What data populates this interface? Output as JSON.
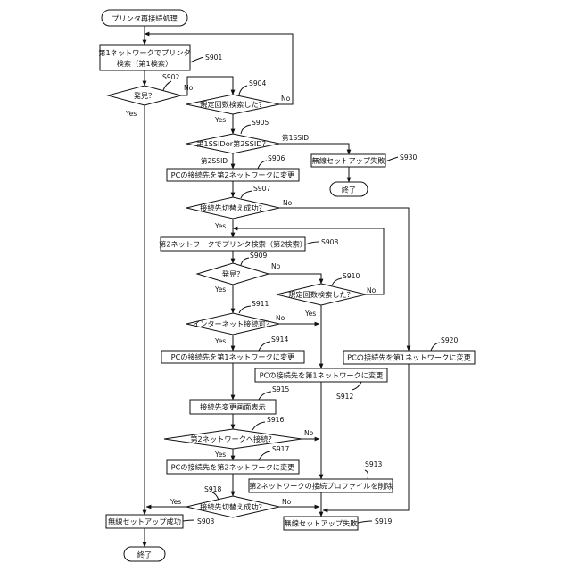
{
  "flowchart": {
    "start": "プリンタ再接続処理",
    "nodes": {
      "s901": "第1ネットワークでプリンタ",
      "s901b": "検索（第1検索）",
      "s902": "発見？",
      "s904": "規定回数検索した？",
      "s905": "第1SSIDor第2SSID？",
      "s906": "PCの接続先を第2ネットワークに変更",
      "s907": "接続先切替え成功？",
      "s908": "第2ネットワークでプリンタ検索（第2検索）",
      "s909": "発見？",
      "s910": "規定回数検索した？",
      "s911": "インターネット接続可？",
      "s912": "PCの接続先を第1ネットワークに変更",
      "s914": "PCの接続先を第1ネットワークに変更",
      "s915": "接続先変更画面表示",
      "s916": "第2ネットワークへ接続？",
      "s917": "PCの接続先を第2ネットワークに変更",
      "s913": "第2ネットワークの接続プロファイルを削除",
      "s918": "接続先切替え成功？",
      "s903": "無線セットアップ成功",
      "s919": "無線セットアップ失敗",
      "s920": "PCの接続先を第1ネットワークに変更",
      "s930": "無線セットアップ失敗",
      "end1": "終了",
      "end2": "終了"
    },
    "step_labels": {
      "s901": "S901",
      "s902": "S902",
      "s903": "S903",
      "s904": "S904",
      "s905": "S905",
      "s906": "S906",
      "s907": "S907",
      "s908": "S908",
      "s909": "S909",
      "s910": "S910",
      "s911": "S911",
      "s912": "S912",
      "s913": "S913",
      "s914": "S914",
      "s915": "S915",
      "s916": "S916",
      "s917": "S917",
      "s918": "S918",
      "s919": "S919",
      "s920": "S920",
      "s930": "S930"
    },
    "branch_labels": {
      "yes": "Yes",
      "no": "No",
      "ssid1": "第1SSID",
      "ssid2": "第2SSID"
    }
  }
}
